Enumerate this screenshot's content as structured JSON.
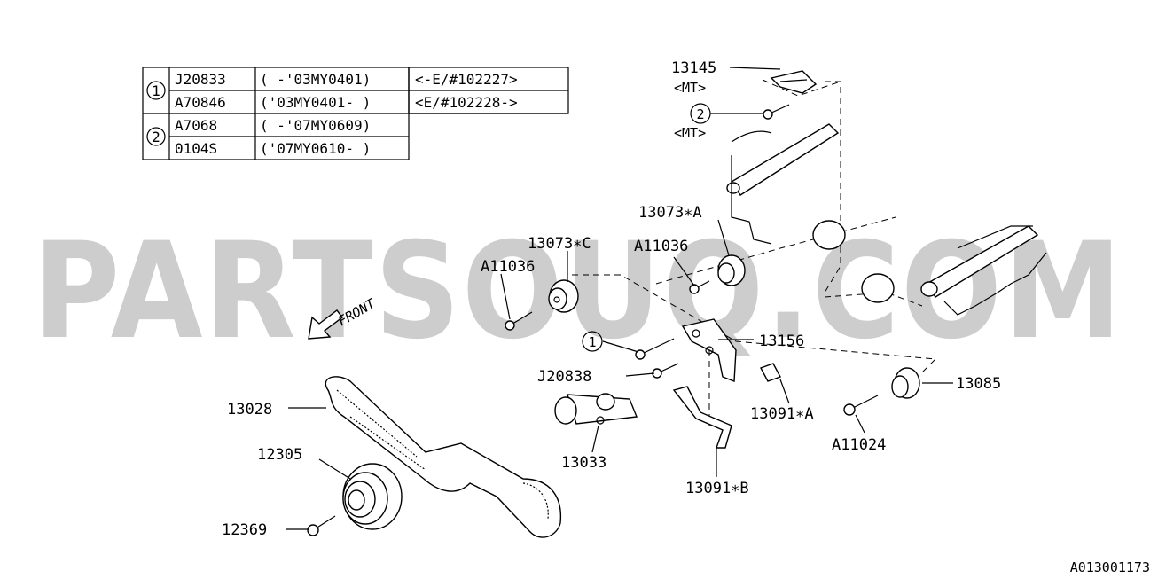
{
  "watermark": "PARTSOUQ.COM",
  "drawing_id": "A013001173",
  "front_label": "FRONT",
  "spec_table": {
    "groups": [
      {
        "marker": "1",
        "rows": [
          {
            "part": "J20833",
            "date": "( -'03MY0401)",
            "serial": "<-E/#102227>"
          },
          {
            "part": "A70846",
            "date": "('03MY0401- )",
            "serial": "<E/#102228->"
          }
        ]
      },
      {
        "marker": "2",
        "rows": [
          {
            "part": "A7068",
            "date": "( -'07MY0609)",
            "serial": ""
          },
          {
            "part": "0104S",
            "date": "('07MY0610- )",
            "serial": ""
          }
        ]
      }
    ]
  },
  "callouts": {
    "c13145": "13145",
    "mt1": "<MT>",
    "circ2": "2",
    "mt2": "<MT>",
    "c13073a": "13073∗A",
    "c13073c": "13073∗C",
    "a11036_left": "A11036",
    "a11036_mid": "A11036",
    "circ1": "1",
    "c13156": "13156",
    "j20838": "J20838",
    "c13085": "13085",
    "c13091a": "13091∗A",
    "a11024": "A11024",
    "c13028": "13028",
    "c12305": "12305",
    "c13033": "13033",
    "c13091b": "13091∗B",
    "c12369": "12369"
  }
}
